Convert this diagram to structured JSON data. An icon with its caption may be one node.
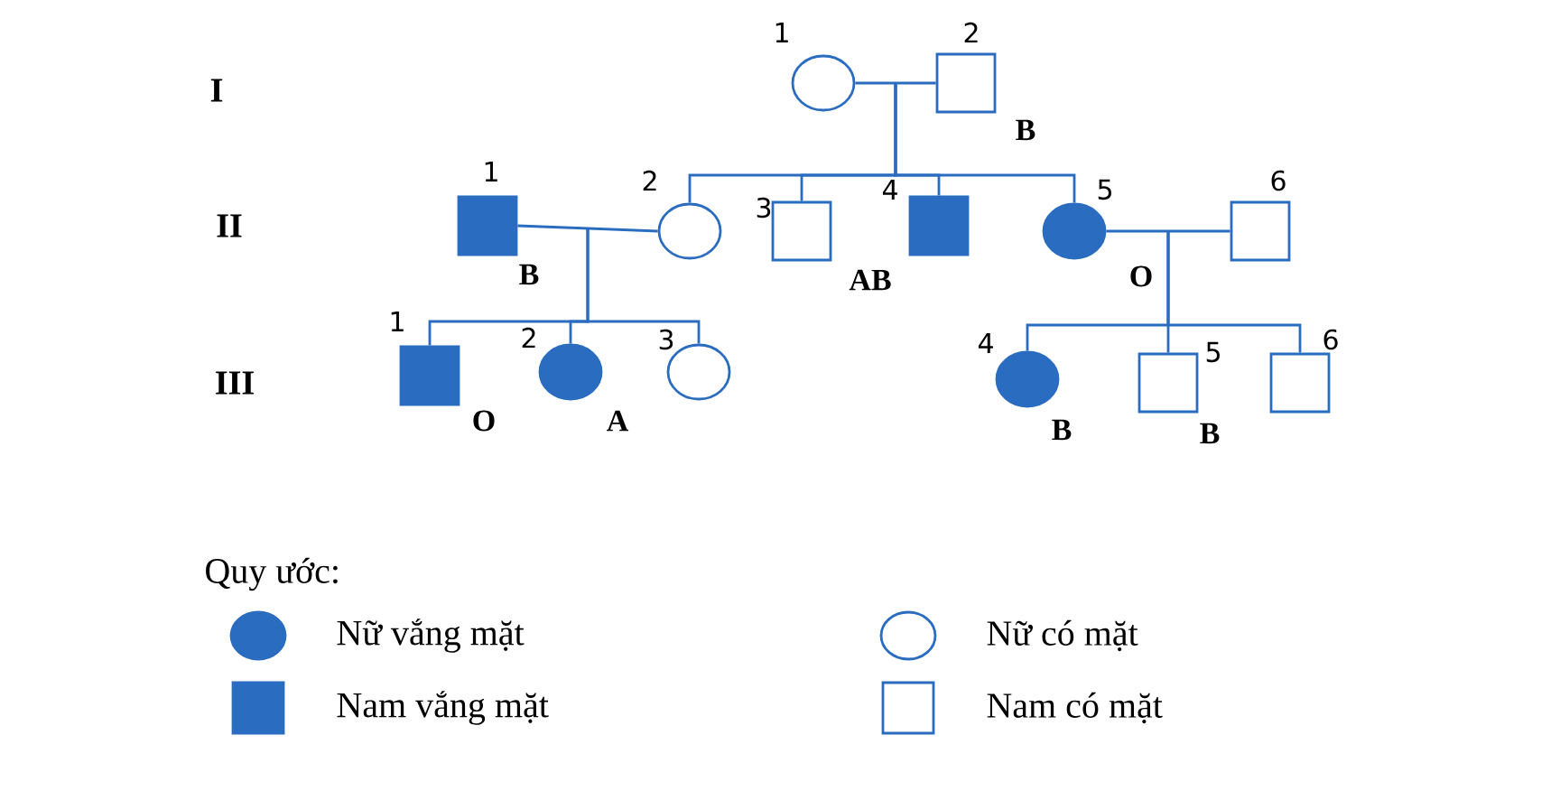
{
  "diagram": {
    "nodes": [
      {
        "text": [],
        "shape": "circle",
        "beside": [
          "1"
        ]
      },
      {
        "text": [],
        "shape": "box",
        "beside": [
          "2",
          "B"
        ]
      },
      {
        "text": [],
        "shape": "block",
        "beside": [
          "1",
          "B"
        ]
      },
      {
        "text": [],
        "shape": "circle",
        "beside": [
          "2"
        ]
      },
      {
        "text": [],
        "shape": "box",
        "beside": [
          "3",
          "AB"
        ]
      },
      {
        "text": [],
        "shape": "block",
        "beside": [
          "4"
        ]
      },
      {
        "text": [],
        "shape": "disc",
        "beside": [
          "5",
          "O"
        ]
      },
      {
        "text": [],
        "shape": "box",
        "beside": [
          "6"
        ]
      },
      {
        "text": [],
        "shape": "block",
        "beside": [
          "1",
          "O"
        ]
      },
      {
        "text": [],
        "shape": "disc",
        "beside": [
          "2",
          "A"
        ]
      },
      {
        "text": [],
        "shape": "circle",
        "beside": [
          "3"
        ]
      },
      {
        "text": [],
        "shape": "disc",
        "beside": [
          "4",
          "B"
        ]
      },
      {
        "text": [],
        "shape": "box",
        "beside": [
          "5",
          "B"
        ]
      },
      {
        "text": [],
        "shape": "box",
        "beside": [
          "6"
        ]
      }
    ],
    "edges": [
      {
        "from": 0,
        "to": 1,
        "arrow": "none"
      },
      {
        "from": 0,
        "to": 3,
        "arrow": "none"
      },
      {
        "from": 0,
        "to": 4,
        "arrow": "none"
      },
      {
        "from": 0,
        "to": 5,
        "arrow": "none"
      },
      {
        "from": 0,
        "to": 6,
        "arrow": "none"
      },
      {
        "from": 2,
        "to": 3,
        "arrow": "none"
      },
      {
        "from": 2,
        "to": 8,
        "arrow": "none"
      },
      {
        "from": 2,
        "to": 9,
        "arrow": "none"
      },
      {
        "from": 2,
        "to": 10,
        "arrow": "none"
      },
      {
        "from": 6,
        "to": 7,
        "arrow": "none"
      },
      {
        "from": 6,
        "to": 11,
        "arrow": "none"
      },
      {
        "from": 6,
        "to": 12,
        "arrow": "none"
      },
      {
        "from": 6,
        "to": 13,
        "arrow": "none"
      }
    ],
    "labels": [
      "I",
      "II",
      "III",
      "Quy ước:"
    ],
    "legend": [
      {
        "text": "Nữ vắng mặt"
      },
      {
        "text": "Nữ có mặt"
      },
      {
        "text": "Nam vắng mặt"
      },
      {
        "text": "Nam có mặt"
      }
    ]
  }
}
